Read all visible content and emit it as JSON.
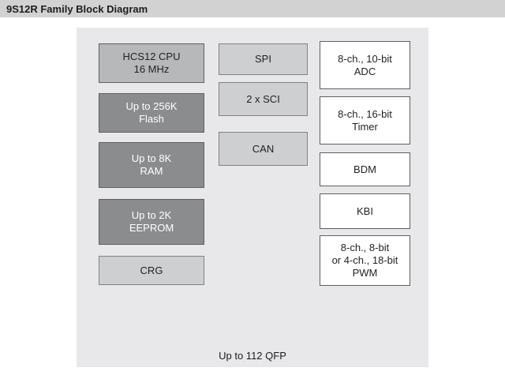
{
  "header": {
    "title": "9S12R Family Block Diagram"
  },
  "blocks": {
    "cpu": {
      "lines": [
        "HCS12 CPU",
        "16 MHz"
      ],
      "style": "medium"
    },
    "flash": {
      "lines": [
        "Up to 256K",
        "Flash"
      ],
      "style": "dark"
    },
    "ram": {
      "lines": [
        "Up to 8K",
        "RAM"
      ],
      "style": "dark"
    },
    "eeprom": {
      "lines": [
        "Up to 2K",
        "EEPROM"
      ],
      "style": "dark"
    },
    "crg": {
      "lines": [
        "CRG"
      ],
      "style": "light"
    },
    "spi": {
      "lines": [
        "SPI"
      ],
      "style": "light"
    },
    "sci": {
      "lines": [
        "2 x SCI"
      ],
      "style": "light"
    },
    "can": {
      "lines": [
        "CAN"
      ],
      "style": "light"
    },
    "adc": {
      "lines": [
        "8-ch., 10-bit",
        "ADC"
      ],
      "style": "white"
    },
    "timer": {
      "lines": [
        "8-ch., 16-bit",
        "Timer"
      ],
      "style": "white"
    },
    "bdm": {
      "lines": [
        "BDM"
      ],
      "style": "white"
    },
    "kbi": {
      "lines": [
        "KBI"
      ],
      "style": "white"
    },
    "pwm": {
      "lines": [
        "8-ch., 8-bit",
        "or 4-ch., 18-bit",
        "PWM"
      ],
      "style": "white"
    }
  },
  "footer": {
    "package_label": "Up to 112 QFP"
  },
  "colors": {
    "canvas_bg": "#ffffff",
    "header_bg": "#d2d2d2",
    "title_text": "#1d1d1f",
    "panel_bg": "#e8e8ea",
    "block_medium": "#b6b8ba",
    "block_dark": "#8a8c8e",
    "block_light": "#cdcfd1",
    "block_white": "#ffffff",
    "border": "#5e5f61",
    "border_light": "#808285",
    "text_dark": "#231f20",
    "text_light": "#ffffff"
  }
}
